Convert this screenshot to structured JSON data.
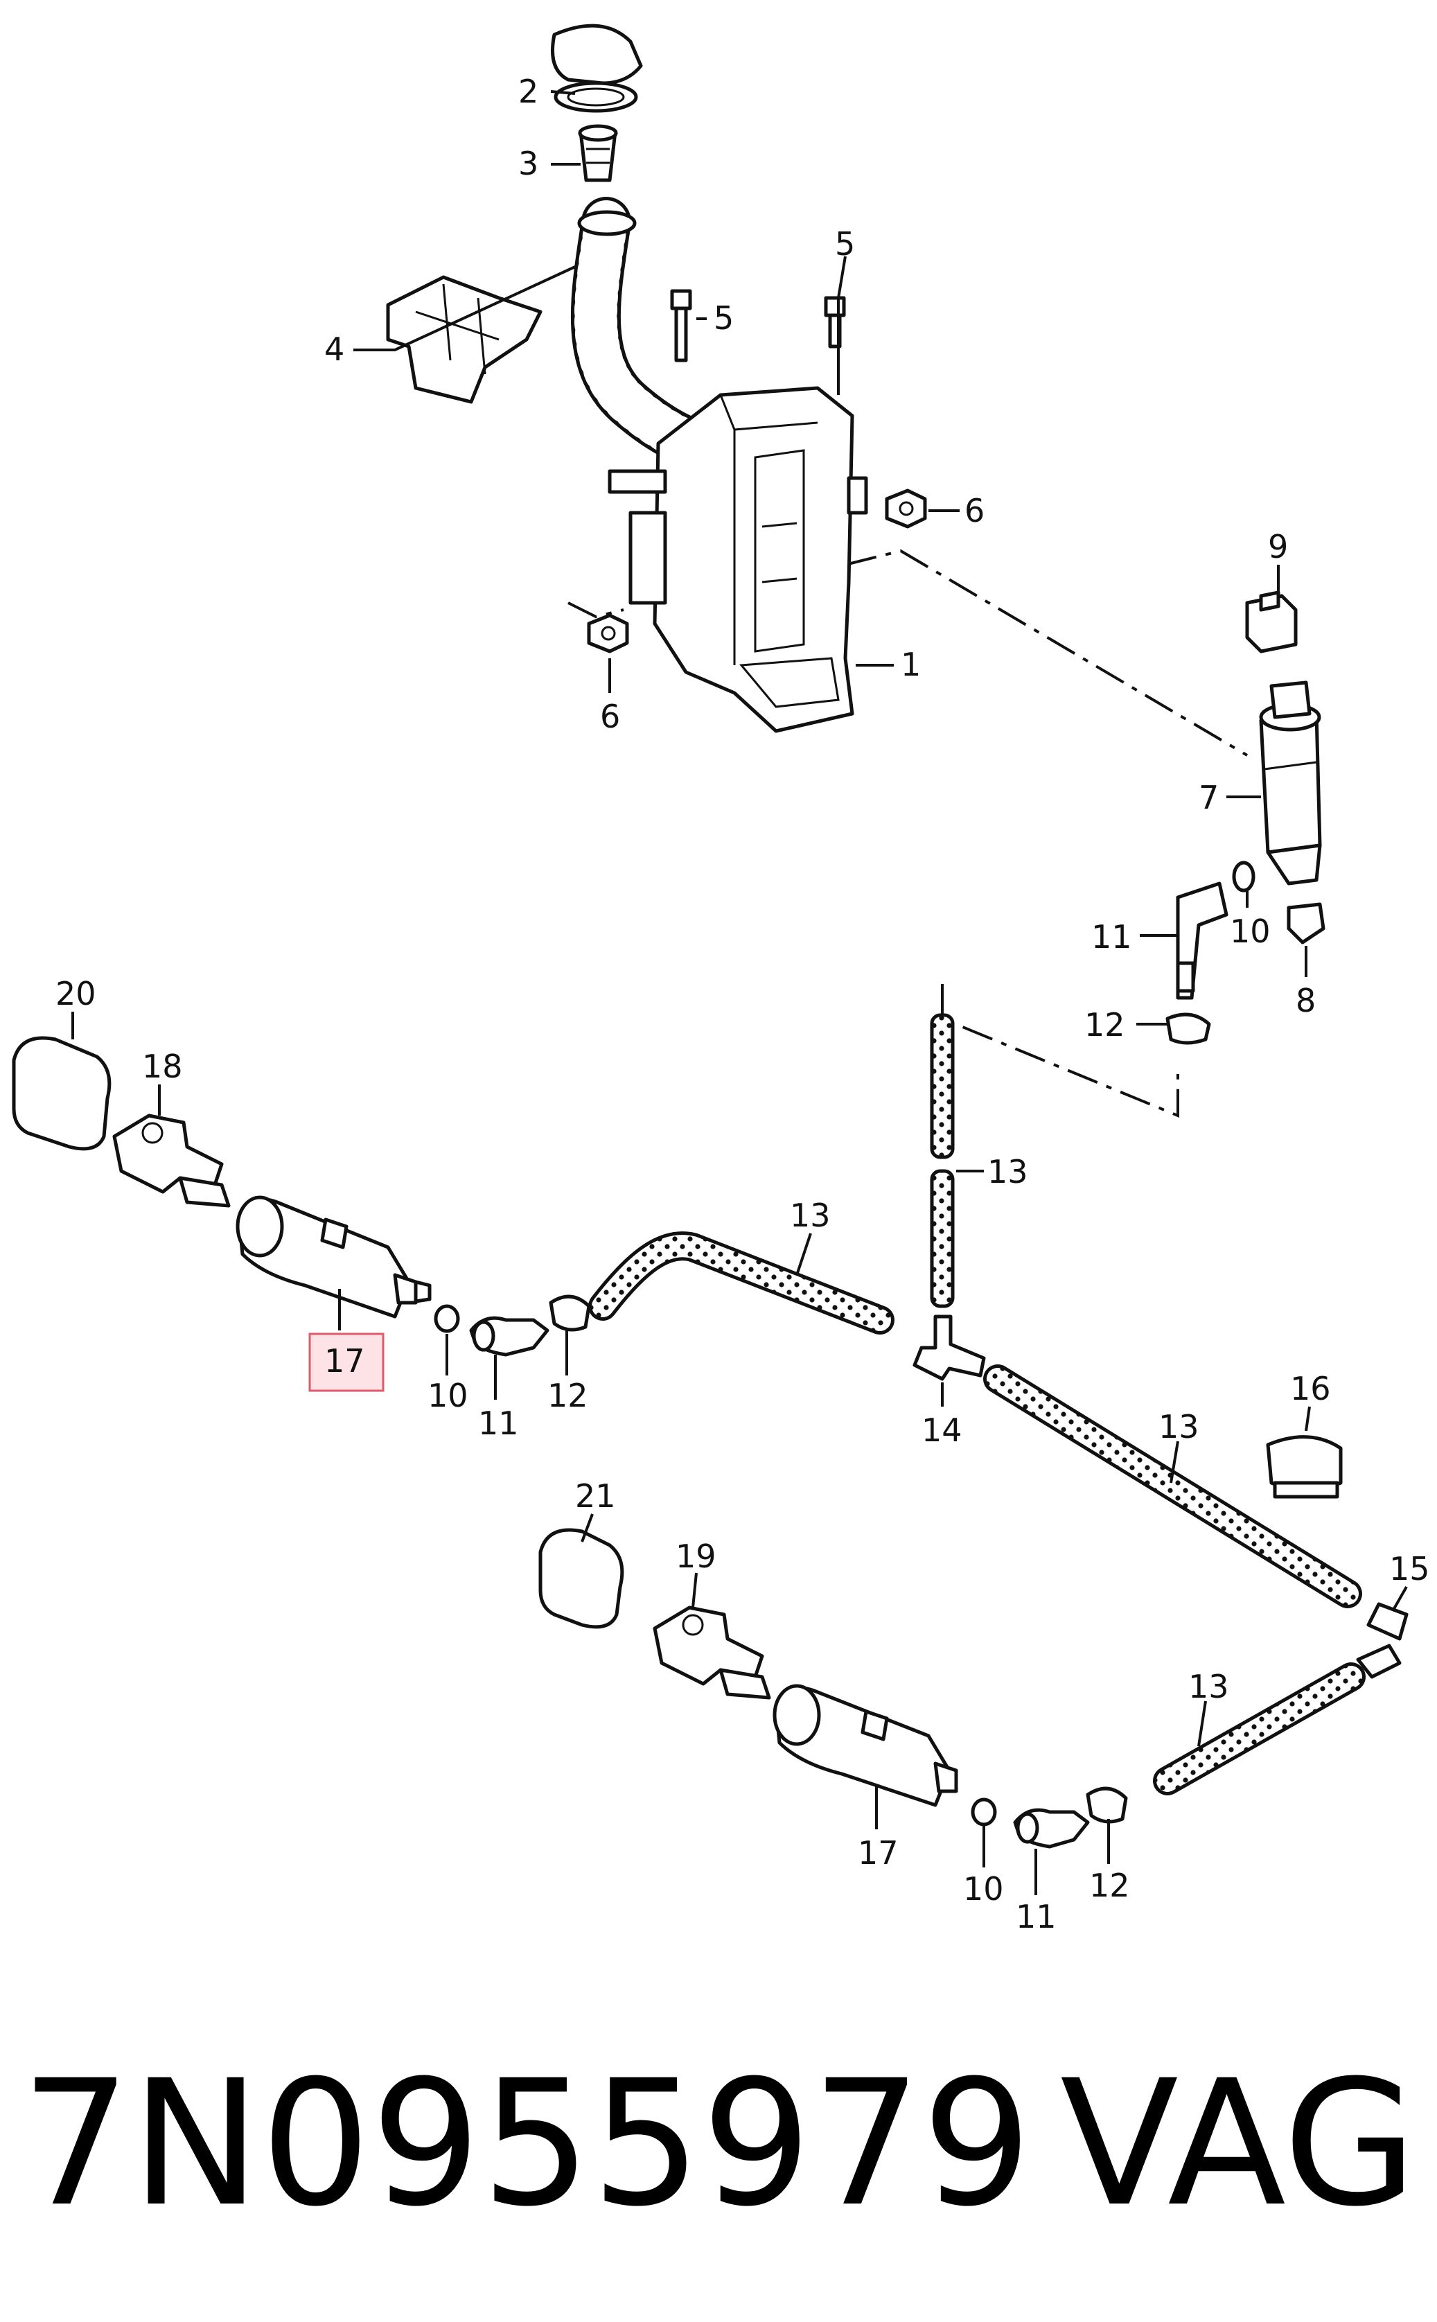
{
  "parts": [
    {
      "id": "p1",
      "label": "1"
    },
    {
      "id": "p2",
      "label": "2"
    },
    {
      "id": "p3",
      "label": "3"
    },
    {
      "id": "p4",
      "label": "4"
    },
    {
      "id": "p5a",
      "label": "5"
    },
    {
      "id": "p5b",
      "label": "5"
    },
    {
      "id": "p6a",
      "label": "6"
    },
    {
      "id": "p6b",
      "label": "6"
    },
    {
      "id": "p7",
      "label": "7"
    },
    {
      "id": "p8",
      "label": "8"
    },
    {
      "id": "p9",
      "label": "9"
    },
    {
      "id": "p10a",
      "label": "10"
    },
    {
      "id": "p10b",
      "label": "10"
    },
    {
      "id": "p10c",
      "label": "10"
    },
    {
      "id": "p11a",
      "label": "11"
    },
    {
      "id": "p11b",
      "label": "11"
    },
    {
      "id": "p11c",
      "label": "11"
    },
    {
      "id": "p12a",
      "label": "12"
    },
    {
      "id": "p12b",
      "label": "12"
    },
    {
      "id": "p12c",
      "label": "12"
    },
    {
      "id": "p13a",
      "label": "13"
    },
    {
      "id": "p13b",
      "label": "13"
    },
    {
      "id": "p13c",
      "label": "13"
    },
    {
      "id": "p13d",
      "label": "13"
    },
    {
      "id": "p14",
      "label": "14"
    },
    {
      "id": "p15",
      "label": "15"
    },
    {
      "id": "p16",
      "label": "16"
    },
    {
      "id": "p17a",
      "label": "17",
      "highlighted": true
    },
    {
      "id": "p17b",
      "label": "17"
    },
    {
      "id": "p18",
      "label": "18"
    },
    {
      "id": "p19",
      "label": "19"
    },
    {
      "id": "p20",
      "label": "20"
    },
    {
      "id": "p21",
      "label": "21"
    }
  ],
  "footer": {
    "part_number": "7N0955979",
    "brand": "VAG"
  },
  "colors": {
    "highlight_fill": "#fde3e6",
    "highlight_stroke": "#e05a6a",
    "line": "#111111"
  }
}
